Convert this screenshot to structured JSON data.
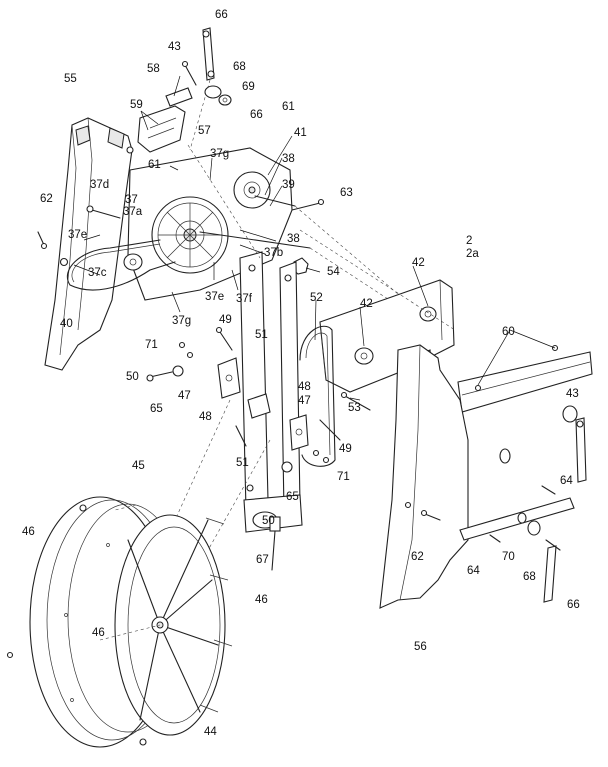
{
  "diagram": {
    "part_labels": [
      {
        "id": "p66a",
        "text": "66"
      },
      {
        "id": "p43a",
        "text": "43"
      },
      {
        "id": "p68a",
        "text": "68"
      },
      {
        "id": "p69",
        "text": "69"
      },
      {
        "id": "p58",
        "text": "58"
      },
      {
        "id": "p55",
        "text": "55"
      },
      {
        "id": "p59",
        "text": "59"
      },
      {
        "id": "p57",
        "text": "57"
      },
      {
        "id": "p66b",
        "text": "66"
      },
      {
        "id": "p61a",
        "text": "61"
      },
      {
        "id": "p41",
        "text": "41"
      },
      {
        "id": "p61b",
        "text": "61"
      },
      {
        "id": "p37g_a",
        "text": "37g"
      },
      {
        "id": "p38a",
        "text": "38"
      },
      {
        "id": "p39",
        "text": "39"
      },
      {
        "id": "p37d",
        "text": "37d"
      },
      {
        "id": "p63",
        "text": "63"
      },
      {
        "id": "p62a",
        "text": "62"
      },
      {
        "id": "p37",
        "text": "37"
      },
      {
        "id": "p37a",
        "text": "37a"
      },
      {
        "id": "p37e_a",
        "text": "37e"
      },
      {
        "id": "p38b",
        "text": "38"
      },
      {
        "id": "p37b",
        "text": "37b"
      },
      {
        "id": "p2",
        "text": "2"
      },
      {
        "id": "p2a",
        "text": "2a"
      },
      {
        "id": "p37c",
        "text": "37c"
      },
      {
        "id": "p54",
        "text": "54"
      },
      {
        "id": "p42a",
        "text": "42"
      },
      {
        "id": "p37e_b",
        "text": "37e"
      },
      {
        "id": "p37f",
        "text": "37f"
      },
      {
        "id": "p40",
        "text": "40"
      },
      {
        "id": "p37g_b",
        "text": "37g"
      },
      {
        "id": "p52",
        "text": "52"
      },
      {
        "id": "p42b",
        "text": "42"
      },
      {
        "id": "p49a",
        "text": "49"
      },
      {
        "id": "p60",
        "text": "60"
      },
      {
        "id": "p51a",
        "text": "51"
      },
      {
        "id": "p71a",
        "text": "71"
      },
      {
        "id": "p50a",
        "text": "50"
      },
      {
        "id": "p47a",
        "text": "47"
      },
      {
        "id": "p48a",
        "text": "48"
      },
      {
        "id": "p48b",
        "text": "48"
      },
      {
        "id": "p43b",
        "text": "43"
      },
      {
        "id": "p65a",
        "text": "65"
      },
      {
        "id": "p47b",
        "text": "47"
      },
      {
        "id": "p53",
        "text": "53"
      },
      {
        "id": "p51b",
        "text": "51"
      },
      {
        "id": "p49b",
        "text": "49"
      },
      {
        "id": "p71b",
        "text": "71"
      },
      {
        "id": "p45",
        "text": "45"
      },
      {
        "id": "p65b",
        "text": "65"
      },
      {
        "id": "p64a",
        "text": "64"
      },
      {
        "id": "p50b",
        "text": "50"
      },
      {
        "id": "p46a",
        "text": "46"
      },
      {
        "id": "p62b",
        "text": "62"
      },
      {
        "id": "p67",
        "text": "67"
      },
      {
        "id": "p70",
        "text": "70"
      },
      {
        "id": "p68b",
        "text": "68"
      },
      {
        "id": "p64b",
        "text": "64"
      },
      {
        "id": "p46b",
        "text": "46"
      },
      {
        "id": "p66c",
        "text": "66"
      },
      {
        "id": "p46c",
        "text": "46"
      },
      {
        "id": "p56",
        "text": "56"
      },
      {
        "id": "p44",
        "text": "44"
      }
    ]
  }
}
